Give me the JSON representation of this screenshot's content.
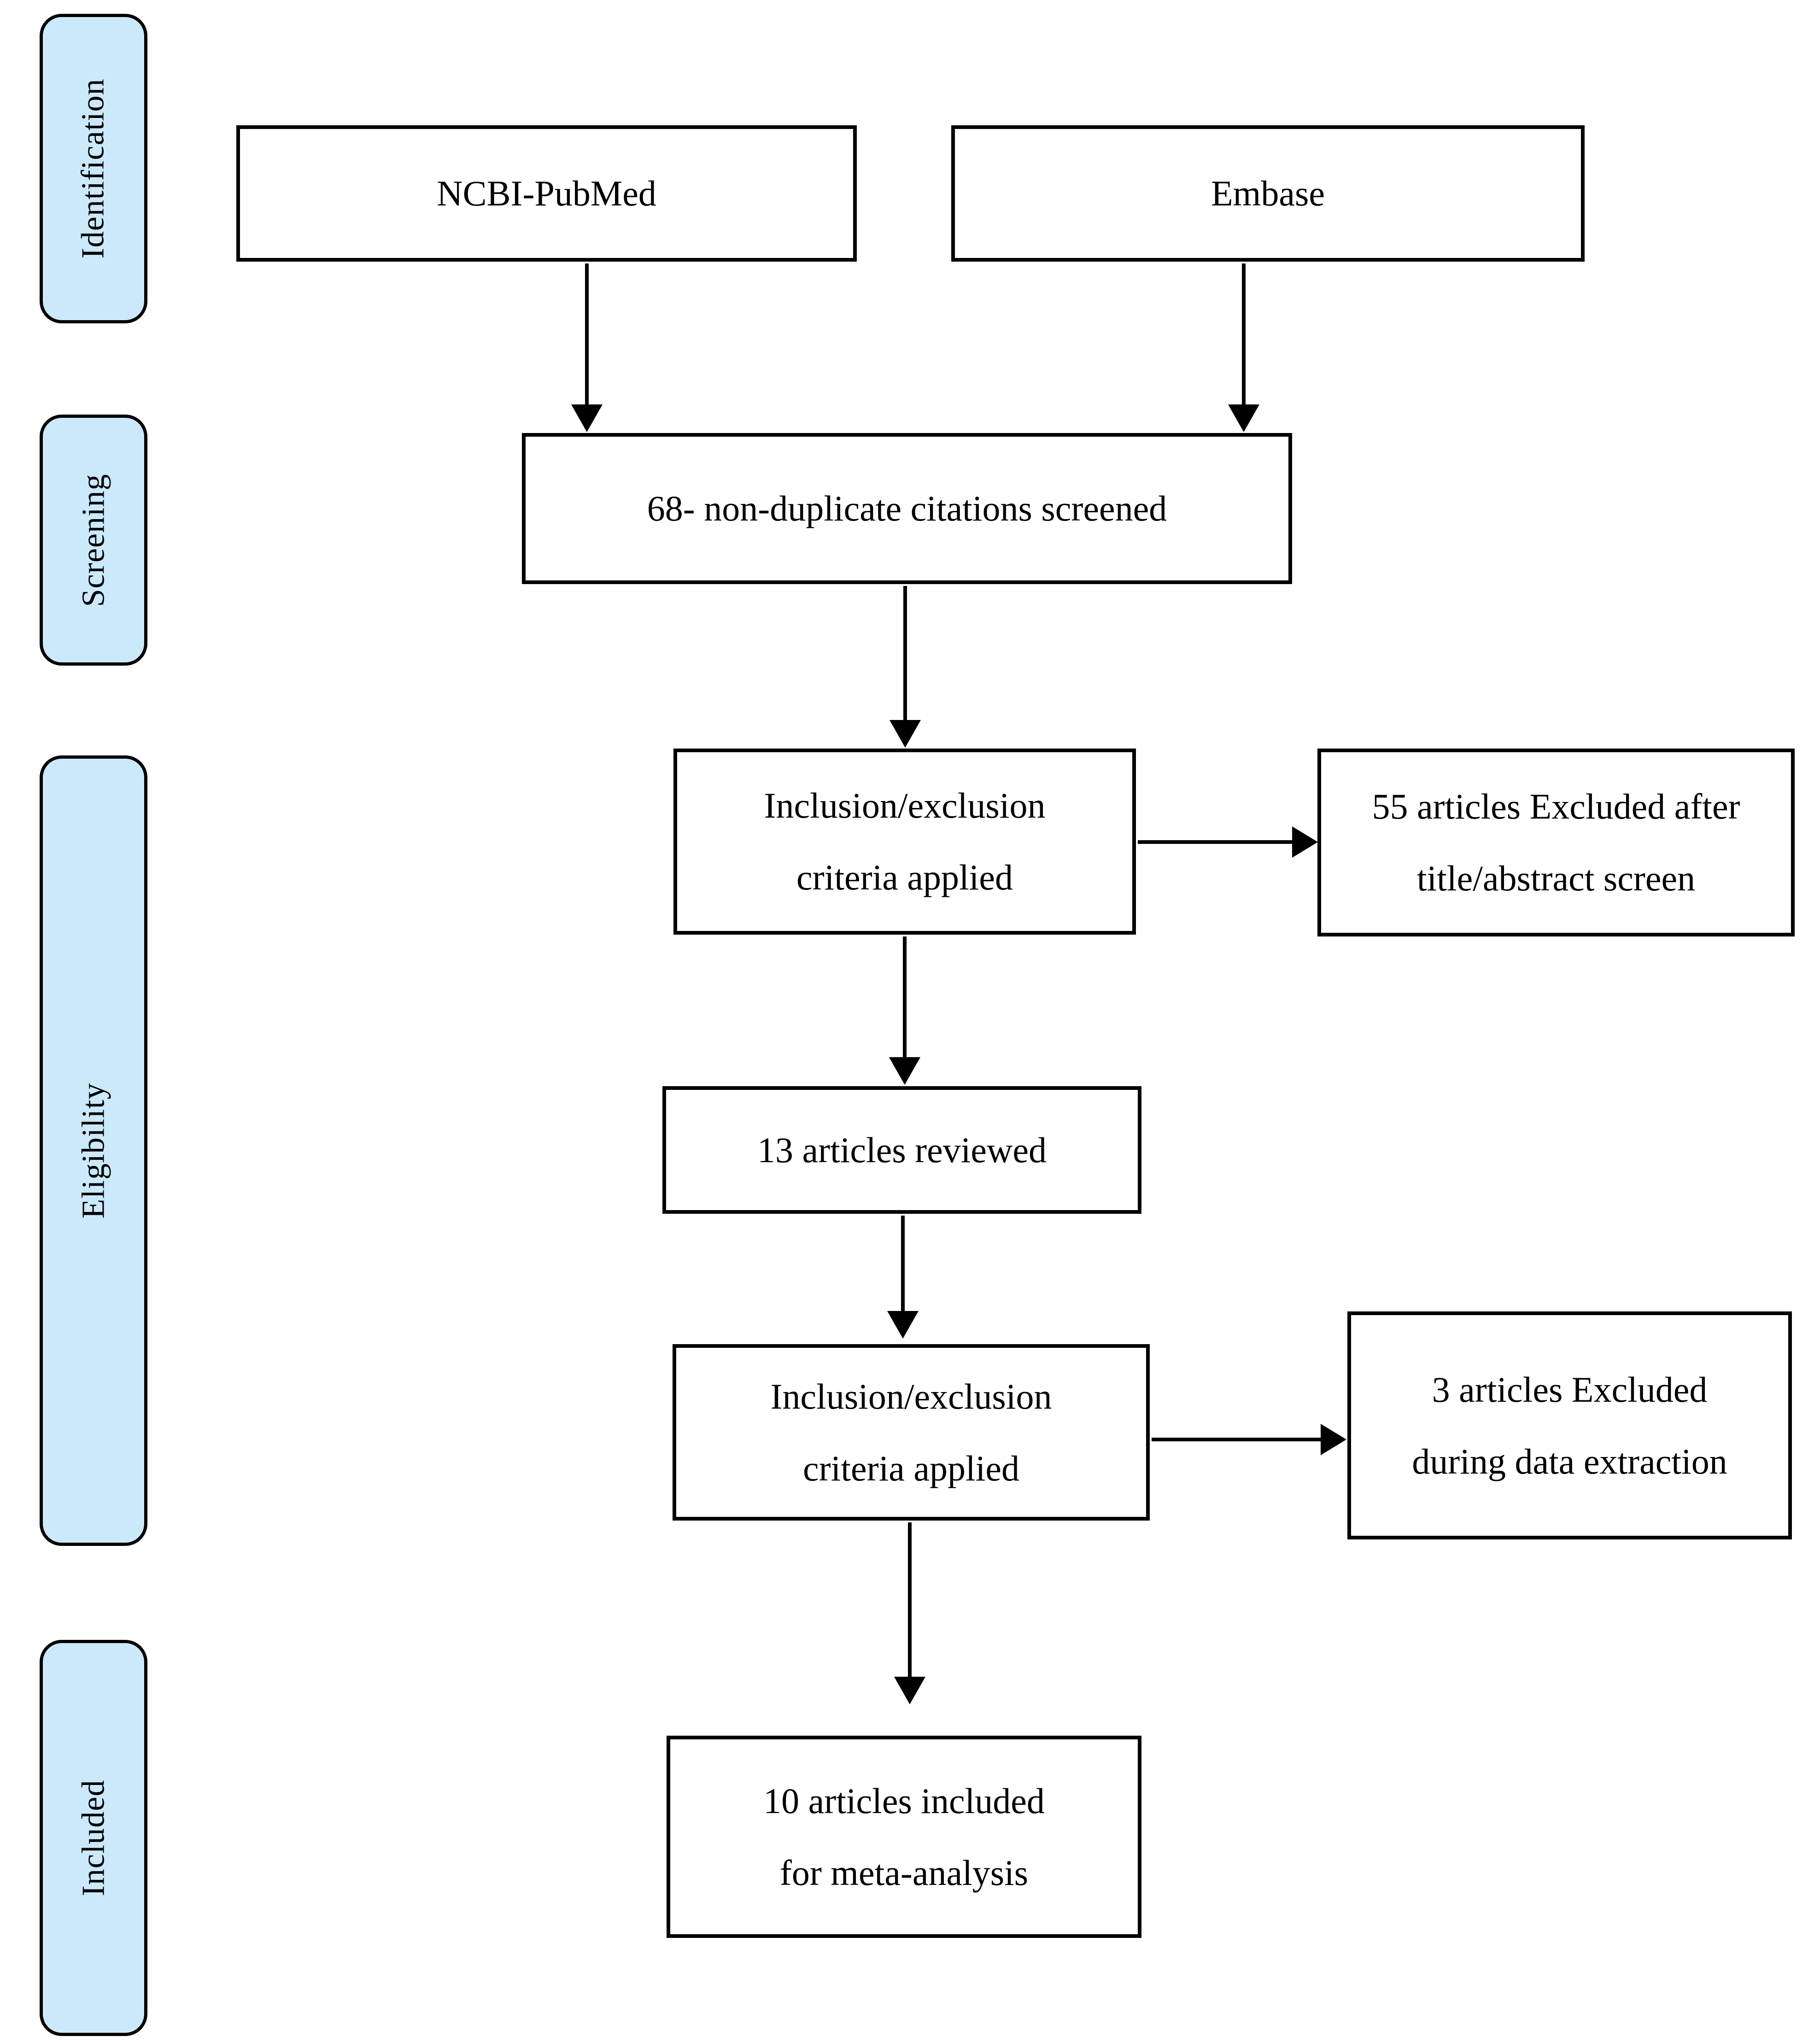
{
  "diagram": {
    "stages": [
      {
        "id": "identification",
        "label": "Identification"
      },
      {
        "id": "screening",
        "label": "Screening"
      },
      {
        "id": "eligibility",
        "label": "Eligibility"
      },
      {
        "id": "included",
        "label": "Included"
      }
    ],
    "boxes": {
      "pubmed": {
        "label": "NCBI-PubMed"
      },
      "embase": {
        "label": "Embase"
      },
      "screened": {
        "label": "68- non-duplicate citations screened"
      },
      "criteria1": {
        "line1": "Inclusion/exclusion",
        "line2": "criteria applied"
      },
      "excluded1": {
        "line1": "55 articles Excluded after",
        "line2": "title/abstract screen"
      },
      "reviewed": {
        "label": "13 articles reviewed"
      },
      "criteria2": {
        "line1": "Inclusion/exclusion",
        "line2": "criteria applied"
      },
      "excluded2": {
        "line1": "3 articles Excluded",
        "line2": "during data extraction"
      },
      "included10": {
        "line1": "10 articles included",
        "line2": "for meta-analysis"
      }
    },
    "colors": {
      "stage_fill": "#cce9fc",
      "box_fill": "#ffffff",
      "line": "#000000",
      "background": "#ffffff"
    }
  }
}
